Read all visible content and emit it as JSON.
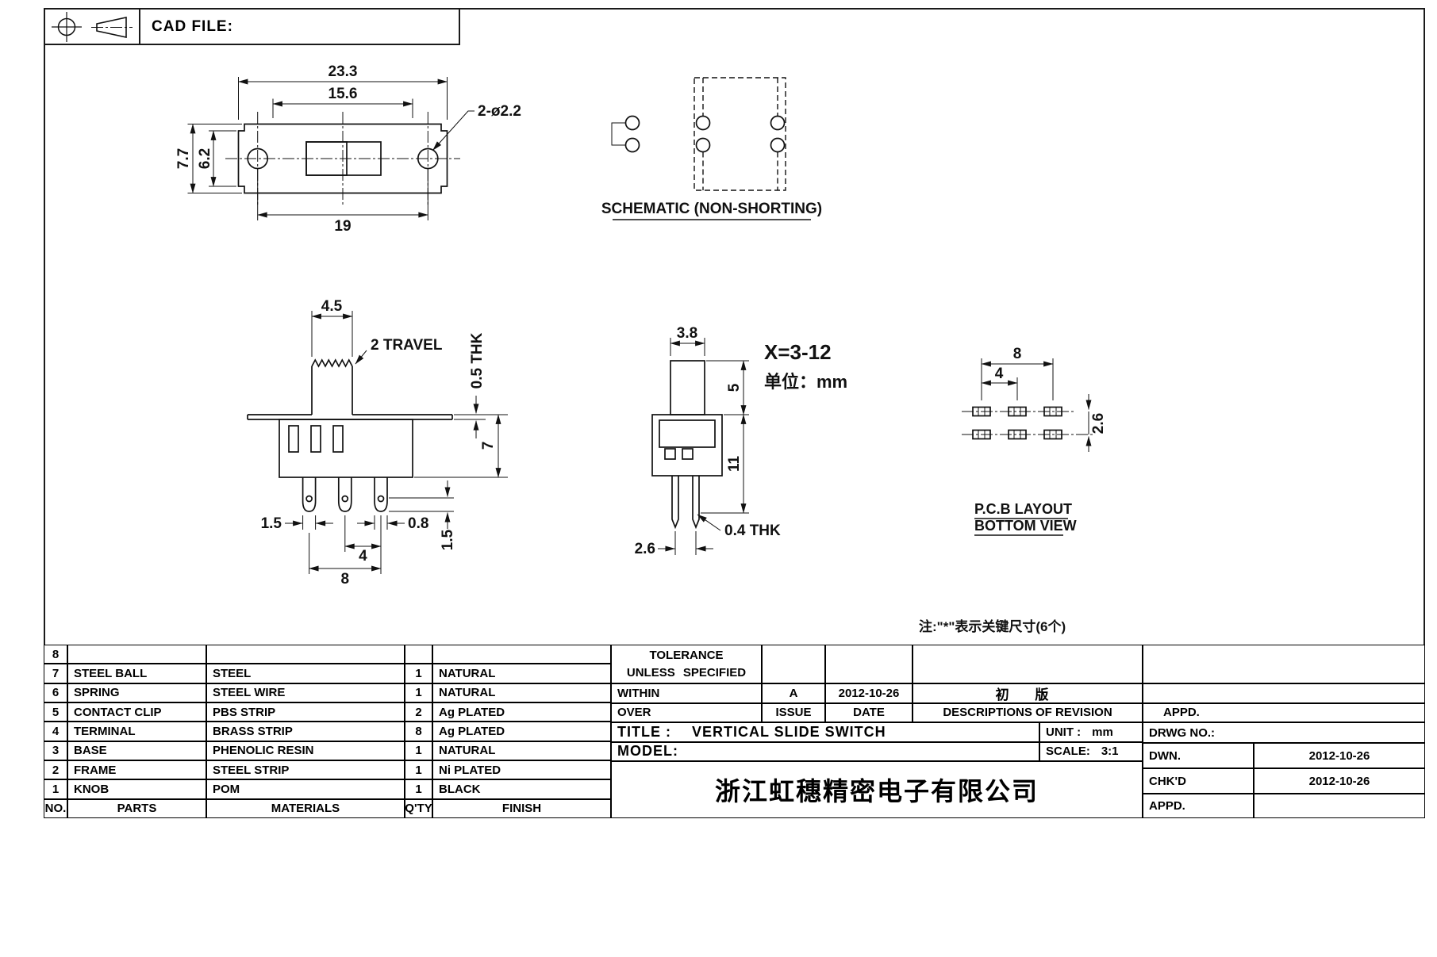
{
  "sheet": {
    "cad_file_label": "CAD FILE:"
  },
  "front_view": {
    "dim_overall_width": "23.3",
    "dim_slot_width": "15.6",
    "dim_holes": "2-ø2.2",
    "dim_height": "7.7",
    "dim_end_height": "6.2",
    "dim_hole_spacing": "19"
  },
  "schematic": {
    "caption": "SCHEMATIC (NON-SHORTING)"
  },
  "side_view": {
    "dim_knob_width": "4.5",
    "travel_label": "2 TRAVEL",
    "dim_plate_thk": "0.5 THK",
    "dim_body_height": "7",
    "dim_pin_width_left": "1.5",
    "dim_pin_width_right": "0.8",
    "dim_pin_pitch": "4",
    "dim_pin_span": "8",
    "dim_pin_hole": "1.5"
  },
  "end_view": {
    "dim_knob_depth": "3.8",
    "dim_knob_height": "5",
    "dim_body_height": "11",
    "dim_pin_thk": "0.4 THK",
    "dim_pin_gap": "2.6",
    "x_range": "X=3-12",
    "unit_note": "单位：mm"
  },
  "pcb_view": {
    "dim_span": "8",
    "dim_pitch": "4",
    "dim_row_gap": "2.6",
    "caption_line1": "P.C.B LAYOUT",
    "caption_line2": "BOTTOM VIEW"
  },
  "note": "注:\"*\"表示关键尺寸(6个)",
  "parts_table": {
    "headers": {
      "no": "NO.",
      "parts": "PARTS",
      "materials": "MATERIALS",
      "qty": "Q'TY",
      "finish": "FINISH"
    },
    "rows": [
      {
        "no": "8",
        "part": "",
        "material": "",
        "qty": "",
        "finish": ""
      },
      {
        "no": "7",
        "part": "STEEL BALL",
        "material": "STEEL",
        "qty": "1",
        "finish": "NATURAL"
      },
      {
        "no": "6",
        "part": "SPRING",
        "material": "STEEL WIRE",
        "qty": "1",
        "finish": "NATURAL"
      },
      {
        "no": "5",
        "part": "CONTACT CLIP",
        "material": "PBS STRIP",
        "qty": "2",
        "finish": "Ag PLATED"
      },
      {
        "no": "4",
        "part": "TERMINAL",
        "material": "BRASS STRIP",
        "qty": "8",
        "finish": "Ag PLATED"
      },
      {
        "no": "3",
        "part": "BASE",
        "material": "PHENOLIC RESIN",
        "qty": "1",
        "finish": "NATURAL"
      },
      {
        "no": "2",
        "part": "FRAME",
        "material": "STEEL STRIP",
        "qty": "1",
        "finish": "Ni PLATED"
      },
      {
        "no": "1",
        "part": "KNOB",
        "material": "POM",
        "qty": "1",
        "finish": "BLACK"
      }
    ]
  },
  "title_block": {
    "tolerance_line1": "TOLERANCE",
    "tolerance_line2": "UNLESS SPECIFIED",
    "within_label": "WITHIN",
    "over_label": "OVER",
    "issue_header": "ISSUE",
    "date_header": "DATE",
    "desc_header": "DESCRIPTIONS OF REVISION",
    "appd_header": "APPD.",
    "issue_value": "A",
    "issue_date": "2012-10-26",
    "revision_desc": "初 版",
    "title_label": "TITLE :",
    "title_value": "VERTICAL SLIDE SWITCH",
    "unit_label": "UNIT :",
    "unit_value": "mm",
    "drwg_label": "DRWG NO.:",
    "model_label": "MODEL:",
    "scale_label": "SCALE:",
    "scale_value": "3:1",
    "dwn_label": "DWN.",
    "dwn_date": "2012-10-26",
    "chkd_label": "CHK'D",
    "chkd_date": "2012-10-26",
    "appd_label": "APPD.",
    "company": "浙江虹穗精密电子有限公司"
  }
}
